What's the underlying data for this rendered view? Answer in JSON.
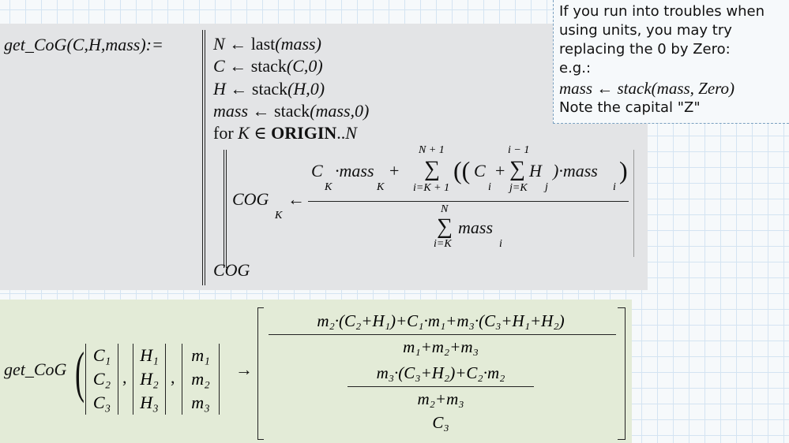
{
  "definition": {
    "lhs": "get_CoG(C,H,mass):=",
    "lines": [
      {
        "var": "N",
        "func": "last",
        "arg": "(mass)"
      },
      {
        "var": "C",
        "func": "stack",
        "arg": "(C,0)"
      },
      {
        "var": "H",
        "func": "stack",
        "arg": "(H,0)"
      },
      {
        "var": "mass",
        "func": "stack",
        "arg": "(mass,0)"
      }
    ],
    "for_kw": "for",
    "for_var": "K",
    "for_in": "∈",
    "for_origin": "ORIGIN",
    "for_range": "..",
    "for_end": "N",
    "assign_target": "COG",
    "assign_sub": "K",
    "arrow": "←",
    "num_term1": "C",
    "num_sub1": "K",
    "num_dot1": "·mass",
    "num_sub2": "K",
    "plus": "+",
    "sum_upper": "N + 1",
    "sum_lower": "i=K + 1",
    "sum_symbol": "∑",
    "inner_open": "((",
    "inner_c": "C",
    "inner_c_sub": "i",
    "inner_plus": "+",
    "inner_sum_upper": "i − 1",
    "inner_sum_lower": "j=K",
    "inner_h": "H",
    "inner_h_sub": "j",
    "inner_close": ")·mass",
    "inner_mass_sub": "i",
    "outer_close": ")",
    "den_upper": "N",
    "den_lower": "i=K",
    "den_mass": "mass",
    "den_sub": "i",
    "return": "COG"
  },
  "evaluation": {
    "func": "get_CoG",
    "C": [
      "C₁",
      "C₂",
      "C₃"
    ],
    "H": [
      "H₁",
      "H₂",
      "H₃"
    ],
    "m": [
      "m₁",
      "m₂",
      "m₃"
    ],
    "arrow": "→",
    "result": [
      {
        "num": "m₂·(C₂+H₁)+C₁·m₁+m₃·(C₃+H₁+H₂)",
        "den": "m₁+m₂+m₃"
      },
      {
        "num": "m₃·(C₃+H₂)+C₂·m₂",
        "den": "m₂+m₃"
      },
      {
        "value": "C₃"
      }
    ]
  },
  "note": {
    "lines": [
      "If you run into troubles when",
      "using units, you may try",
      "replacing the 0 by Zero:",
      "e.g.:"
    ],
    "example": "mass ← stack(mass, Zero)",
    "last": "Note the capital \"Z\""
  }
}
